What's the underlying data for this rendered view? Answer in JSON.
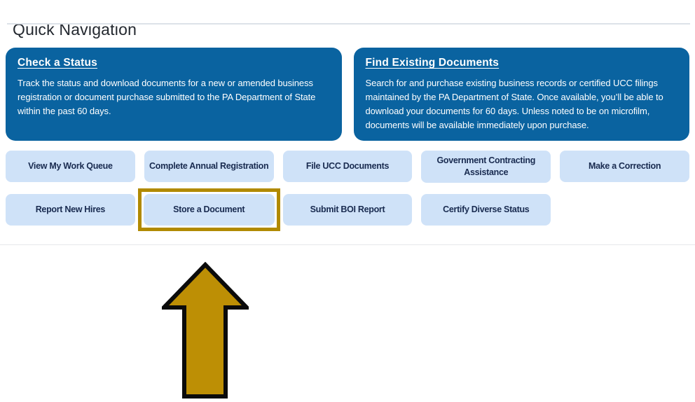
{
  "header": {
    "title": "Quick Navigation"
  },
  "cards": [
    {
      "title": "Check a Status",
      "body": "Track the status and download documents for a new or amended business registration or document purchase submitted to the PA Department of State within the past 60 days."
    },
    {
      "title": "Find Existing Documents",
      "body": "Search for and purchase existing business records or certified UCC filings maintained by the PA Department of State. Once available, you’ll be able to download your documents for 60 days. Unless noted to be on microfilm, documents will be available immediately upon purchase."
    }
  ],
  "actions": [
    {
      "label": "View My Work Queue"
    },
    {
      "label": "Complete Annual Registration"
    },
    {
      "label": "File UCC Documents"
    },
    {
      "label": "Government Contracting Assistance"
    },
    {
      "label": "Make a Correction"
    },
    {
      "label": "Report New Hires"
    },
    {
      "label": "Store a Document",
      "highlighted": true
    },
    {
      "label": "Submit BOI Report"
    },
    {
      "label": "Certify Diverse Status"
    }
  ],
  "annotation": {
    "highlight_target": "Store a Document",
    "arrow_direction": "up"
  },
  "colors": {
    "card_bg": "#0a63a0",
    "card_text": "#ffffff",
    "button_bg": "#cfe2f8",
    "button_text": "#192b50",
    "highlight_gold": "#b18a00",
    "arrow_fill": "#bd8f05",
    "arrow_outline": "#0b0b0b"
  }
}
